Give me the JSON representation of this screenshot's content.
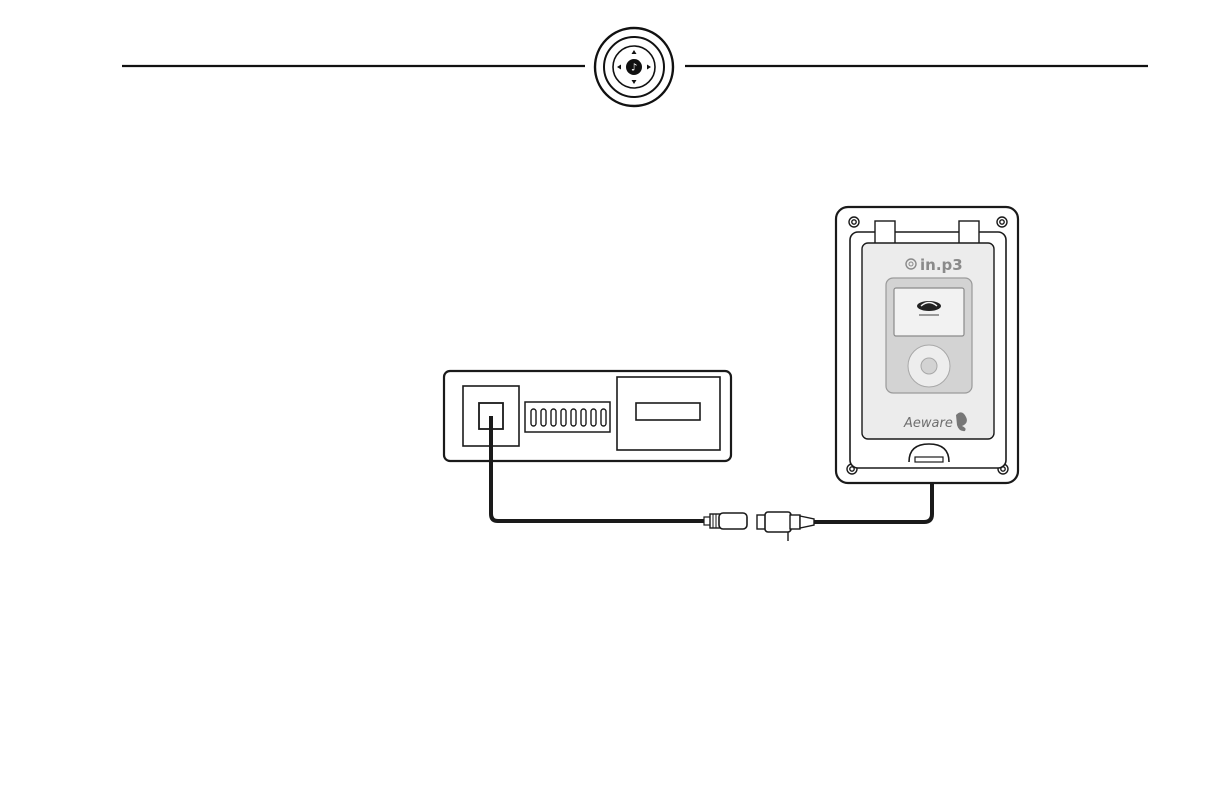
{
  "header": {
    "nav_icon": "music-note-dpad-icon",
    "rule_color": "#111111"
  },
  "dock": {
    "brand": "in.p3",
    "maker_mark": "Aeware",
    "player_screen_logo": "sirius-style-logo"
  },
  "colors": {
    "line": "#1a1a1a",
    "panel_fill": "#ececec",
    "player_fill": "#d3d3d3",
    "screen_fill": "#f2f2f2",
    "brand_text": "#8a8a8a"
  }
}
